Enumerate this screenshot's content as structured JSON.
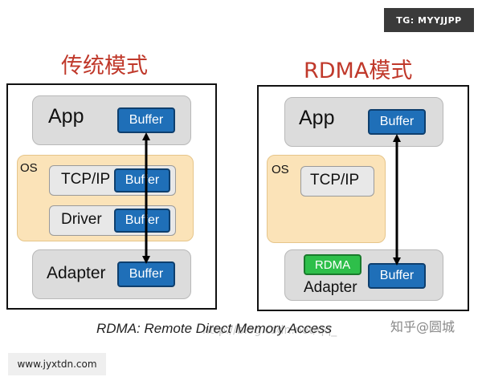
{
  "watermarks": {
    "top_right": "TG: MYYJJPP",
    "bottom_left": "www.jyxtdn.com",
    "zhihu": "知乎@圆城",
    "faint_url": "http://blog.csdn.net/qq_"
  },
  "traditional": {
    "title": "传统模式",
    "app_label": "App",
    "buffer_label": "Buffer",
    "os_label": "OS",
    "tcpip_label": "TCP/IP",
    "driver_label": "Driver",
    "adapter_label": "Adapter"
  },
  "rdma": {
    "title": "RDMA模式",
    "app_label": "App",
    "buffer_label": "Buffer",
    "os_label": "OS",
    "tcpip_label": "TCP/IP",
    "rdma_label": "RDMA",
    "adapter_label": "Adapter"
  },
  "caption": "RDMA: Remote Direct Memory Access",
  "colors": {
    "title": "#c0392b",
    "buffer": "#1f6fb8",
    "rdma": "#2ebf4a",
    "os": "#fbe3b8",
    "layer": "#dcdcdc"
  }
}
